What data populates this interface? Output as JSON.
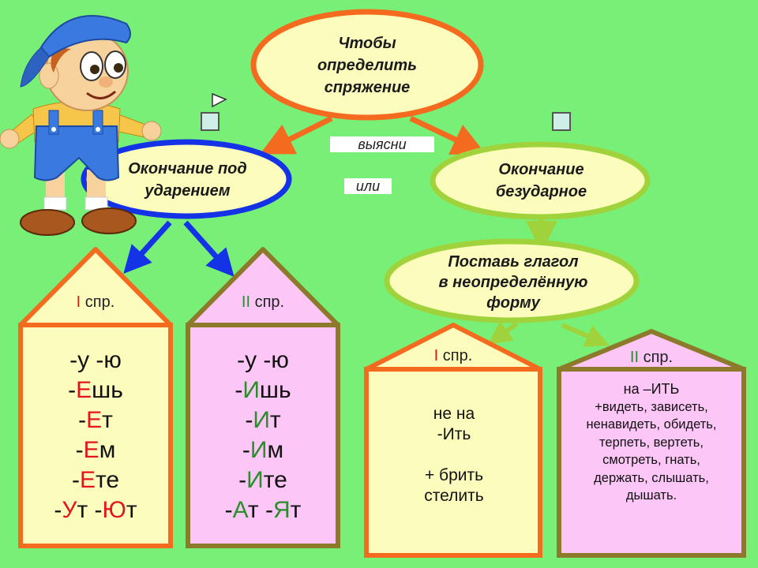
{
  "title_bubble": {
    "lines": [
      "Чтобы",
      "определить",
      "спряжение"
    ]
  },
  "tags": {
    "find": "выясни",
    "or": "или"
  },
  "stressed": {
    "lines": [
      "Окончание под",
      "ударением"
    ]
  },
  "unstressed": {
    "lines": [
      "Окончание",
      "безударное"
    ]
  },
  "infinitive": {
    "lines": [
      "Поставь глагол",
      "в неопределённую",
      "форму"
    ]
  },
  "house1": {
    "roman": "I",
    "label": " спр.",
    "rows": [
      [
        "-у  -ю",
        ""
      ],
      [
        "-",
        "Е",
        "шь"
      ],
      [
        "-",
        "Е",
        "т"
      ],
      [
        "-",
        "Е",
        "м"
      ],
      [
        "-",
        "Е",
        "те"
      ],
      [
        "-",
        "У",
        "т  -",
        "Ю",
        "т"
      ]
    ]
  },
  "house2": {
    "roman": "II",
    "label": "  спр.",
    "rows": [
      [
        "-у   -ю"
      ],
      [
        "-",
        "И",
        "шь"
      ],
      [
        "-",
        "И",
        "т"
      ],
      [
        "-",
        "И",
        "м"
      ],
      [
        "-",
        "И",
        "те"
      ],
      [
        "-",
        "А",
        "т  -",
        "Я",
        "т"
      ]
    ]
  },
  "house3": {
    "roman": "I",
    "label": " спр.",
    "lines": [
      "не на",
      "-Ить",
      "",
      "+ брить",
      "стелить"
    ]
  },
  "house4": {
    "roman": "II",
    "label": " спр.",
    "lines": [
      "на –ИТЬ",
      "+видеть, зависеть,",
      "ненавидеть, обидеть,",
      "терпеть, вертеть,",
      "смотреть, гнать,",
      "держать, слышать,",
      "дышать."
    ]
  },
  "colors": {
    "background": "#78f078",
    "accent_red": "#e4141c",
    "arrow_orange": "#f46a1e",
    "arrow_blue": "#1432e6",
    "arrow_green": "#a0d23c"
  },
  "icons": [
    "boy-cartoon-icon",
    "play-triangle-icon",
    "square-icon"
  ]
}
